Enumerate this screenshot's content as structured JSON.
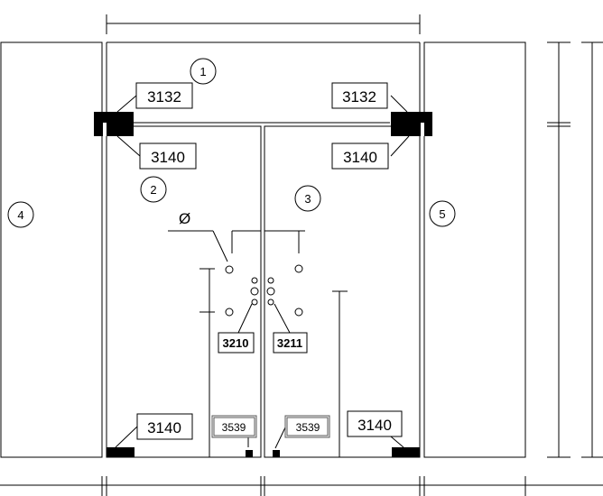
{
  "callouts": {
    "transom": "1",
    "left_leaf": "2",
    "right_leaf": "3",
    "left_sidelight": "4",
    "right_sidelight": "5"
  },
  "parts": {
    "top_fitting_left": "3132",
    "top_fitting_right": "3132",
    "top_patch_left": "3140",
    "top_patch_right": "3140",
    "bottom_patch_left": "3140",
    "bottom_patch_right": "3140",
    "handle_left": "3210",
    "handle_right": "3211",
    "floor_lock_left": "3539",
    "floor_lock_right": "3539"
  },
  "symbols": {
    "diameter": "Ø"
  }
}
